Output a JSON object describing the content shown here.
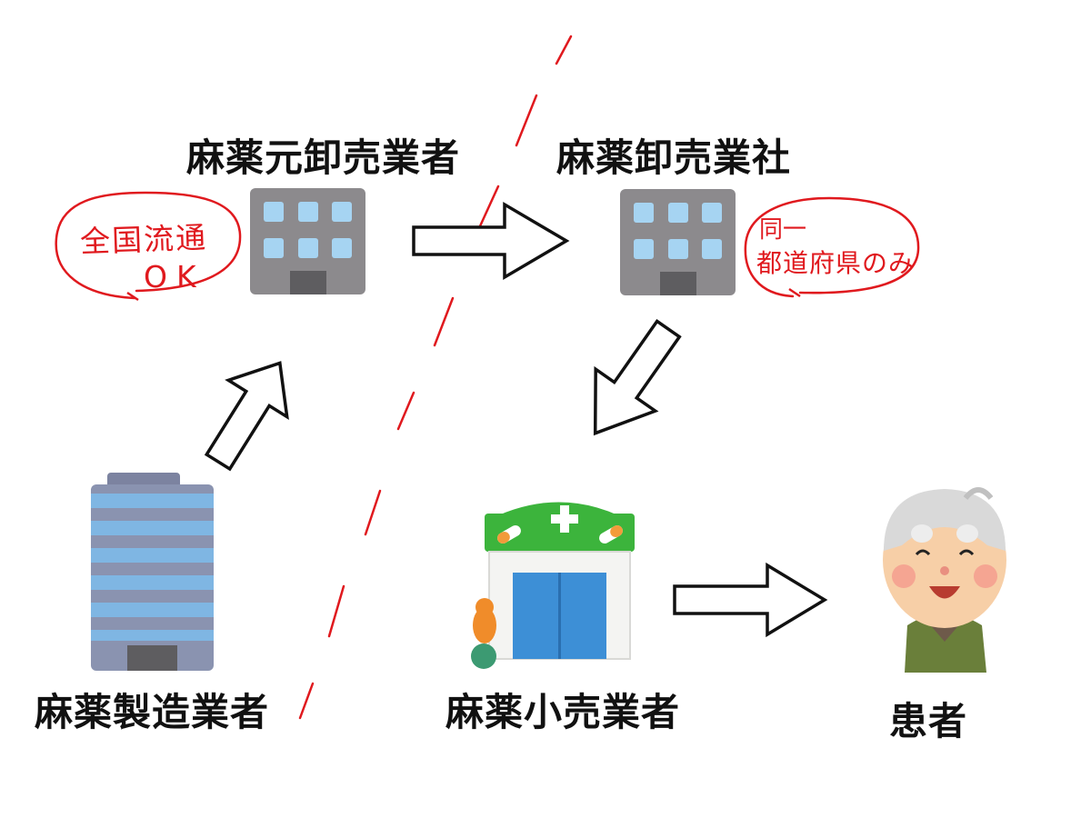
{
  "entities": {
    "motooroshi": {
      "label": "麻薬元卸売業者"
    },
    "oroshi": {
      "label": "麻薬卸売業社"
    },
    "maker": {
      "label": "麻薬製造業者"
    },
    "shop": {
      "label": "麻薬小売業者"
    },
    "patient": {
      "label": "患者"
    }
  },
  "annotations": {
    "left": {
      "line1": "全国流通",
      "line2": "OK"
    },
    "right": {
      "line1": "同一",
      "line2": "都道府県のみ"
    }
  },
  "colors": {
    "annotation": "#e0191e",
    "building_gray": "#8c8a8d",
    "window_blue": "#a6d4f2",
    "factory_blue": "#7fb6e3",
    "pharmacy_green": "#3cb43c",
    "pharmacy_door": "#3d8fd6"
  },
  "icons": {
    "motooroshi": "office-building-icon",
    "oroshi": "office-building-icon",
    "maker": "factory-tower-icon",
    "shop": "pharmacy-icon",
    "patient": "elderly-man-icon"
  }
}
